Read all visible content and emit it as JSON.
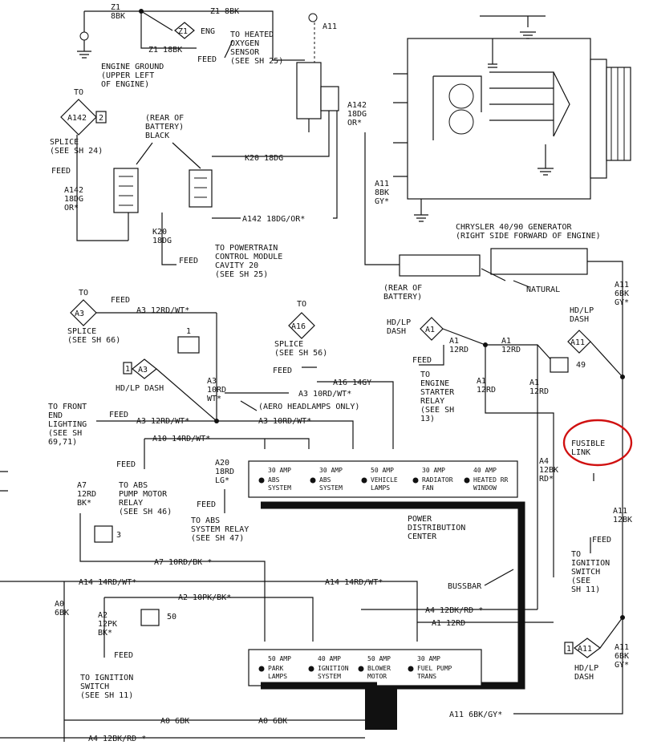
{
  "top": {
    "ground_wire": "Z1\n8BK",
    "z1_8bk": "Z1 8BK",
    "a11": "A11",
    "z1_diamond": "Z1",
    "eng": "ENG",
    "z1_18bk": "Z1 18BK",
    "feed": "FEED",
    "o2_sensor": "TO HEATED\nOXYGEN\nSENSOR\n(SEE SH 25)",
    "engine_ground": "ENGINE GROUND\n(UPPER LEFT\nOF ENGINE)",
    "a142_right": "A142\n18DG\nOR*",
    "a11_8bk_gy": "A11\n8BK\nGY*",
    "generator": "CHRYSLER 40/90 GENERATOR\n(RIGHT SIDE FORWARD OF ENGINE)"
  },
  "battery": {
    "to": "TO",
    "a142_diamond": "A142",
    "a142_pin": "2",
    "splice": "SPLICE\n(SEE SH 24)",
    "feed": "FEED",
    "a142_left": "A142\n18DG\nOR*",
    "rear_of_battery": "(REAR OF\nBATTERY)\nBLACK",
    "k20_18dg": "K20 18DG",
    "a142_18dg_or": "A142 18DG/OR*",
    "k20_vert": "K20\n18DG",
    "feed2": "FEED",
    "pcm": "TO POWERTRAIN\nCONTROL MODULE\nCAVITY 20\n(SEE SH 25)",
    "rear_batt2": "(REAR OF\nBATTERY)",
    "natural": "NATURAL"
  },
  "middle": {
    "to_a3": "TO",
    "a3_diamond": "A3",
    "feed_a3": "FEED",
    "a3_12rd_wt": "A3 12RD/WT*",
    "splice66": "SPLICE\n(SEE SH 66)",
    "conn1": "1",
    "to_a16": "TO",
    "a16_diamond": "A16",
    "splice56": "SPLICE\n(SEE SH 56)",
    "feed_a16": "FEED",
    "a16_14gy": "A16 14GY",
    "hdlp_a3_pin": "1",
    "hdlp_a3": "A3",
    "hdlp_dash": "HD/LP DASH",
    "a3_10rd_wt_v": "A3\n10RD\nWT*",
    "a3_10rd_wt_h": "A3 10RD/WT*",
    "aero": "(AERO HEADLAMPS ONLY)",
    "front_end": "TO FRONT\nEND\nLIGHTING\n(SEE SH\n69,71)",
    "feed_fe": "FEED",
    "a3_12rd_wt2": "A3 12RD/WT*",
    "a3_10rd_wt3": "A3 10RD/WT*",
    "a10": "A10 14RD/WT*",
    "feed_abs": "FEED",
    "abs_pump": "TO ABS\nPUMP MOTOR\nRELAY\n(SEE SH 46)",
    "a20": "A20\n18RD\nLG*",
    "feed_abs2": "FEED",
    "abs_sys_relay": "TO ABS\nSYSTEM RELAY\n(SEE SH 47)",
    "a7_v": "A7\n12RD\nBK*",
    "conn3": "3"
  },
  "right": {
    "hdlp_dash": "HD/LP\nDASH",
    "a1_diamond": "A1",
    "a1_12rd_a": "A1\n12RD",
    "a1_12rd_b": "A1\n12RD",
    "feed_st": "FEED",
    "starter": "TO\nENGINE\nSTARTER\nRELAY\n(SEE SH\n13)",
    "a1_12rd_c": "A1\n12RD",
    "a1_12rd_d": "A1\n12RD",
    "conn49": "49",
    "hdlp_dash2": "HD/LP\nDASH",
    "a11_diamond": "A11",
    "a11_6bk_gy": "A11\n6BK\nGY*",
    "fusible": "FUSIBLE\nLINK",
    "a4_12bk_rd": "A4\n12BK\nRD*",
    "a11_12bk": "A11\n12BK",
    "feed_ign": "FEED",
    "ign_switch": "TO\nIGNITION\nSWITCH\n(SEE\nSH 11)",
    "hdlp_a11_pin": "1",
    "hdlp_a11": "A11",
    "hdlp_dash3": "HD/LP\nDASH",
    "a11_6bk_gy2": "A11\n6BK\nGY*"
  },
  "pdc": {
    "title": "POWER\nDISTRIBUTION\nCENTER",
    "bussbar": "BUSSBAR",
    "top_fuses": [
      {
        "amp": "30 AMP",
        "name": "ABS\nSYSTEM"
      },
      {
        "amp": "30 AMP",
        "name": "ABS\nSYSTEM"
      },
      {
        "amp": "50 AMP",
        "name": "VEHICLE\nLAMPS"
      },
      {
        "amp": "30 AMP",
        "name": "RADIATOR\nFAN"
      },
      {
        "amp": "40 AMP",
        "name": "HEATED RR\nWINDOW"
      }
    ],
    "bottom_fuses": [
      {
        "amp": "50 AMP",
        "name": "PARK\nLAMPS"
      },
      {
        "amp": "40 AMP",
        "name": "IGNITION\nSYSTEM"
      },
      {
        "amp": "50 AMP",
        "name": "BLOWER\nMOTOR"
      },
      {
        "amp": "30 AMP",
        "name": "FUEL PUMP\nTRANS"
      }
    ]
  },
  "bottom": {
    "a7_10rd_bk": "A7 10RD/BK *",
    "a14_left": "A14 14RD/WT*",
    "a14_right": "A14 14RD/WT*",
    "a0_v": "A0\n6BK",
    "a2_10pk_bk": "A2 10PK/BK*",
    "a2_v": "A2\n12PK\nBK*",
    "conn50": "50",
    "feed_ign": "FEED",
    "ign_switch": "TO IGNITION\nSWITCH\n(SEE SH 11)",
    "a4_12bk_rd": "A4 12BK/RD *",
    "a1_12rd": "A1 12RD",
    "a0_6bk_a": "A0 6BK",
    "a0_6bk_b": "A0 6BK",
    "a11_6bk_gy": "A11 6BK/GY*",
    "a4_12bk_rd_b": "A4 12BK/RD *"
  }
}
